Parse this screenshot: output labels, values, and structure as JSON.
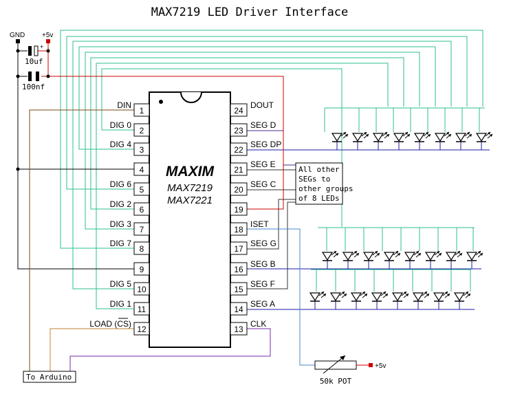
{
  "title": "MAX7219 LED Driver Interface",
  "power": {
    "gnd_label": "GND",
    "vcc_label": "+5v",
    "cap1_label": "10uf",
    "cap1_polarity": "+",
    "cap2_label": "100nf"
  },
  "chip": {
    "logo": "MAXIM",
    "part1": "MAX7219",
    "part2": "MAX7221"
  },
  "left_pins": [
    {
      "num": "1",
      "label": "DIN"
    },
    {
      "num": "2",
      "label": "DIG 0"
    },
    {
      "num": "3",
      "label": "DIG 4"
    },
    {
      "num": "4",
      "label": ""
    },
    {
      "num": "5",
      "label": "DIG 6"
    },
    {
      "num": "6",
      "label": "DIG 2"
    },
    {
      "num": "7",
      "label": "DIG 3"
    },
    {
      "num": "8",
      "label": "DIG 7"
    },
    {
      "num": "9",
      "label": ""
    },
    {
      "num": "10",
      "label": "DIG 5"
    },
    {
      "num": "11",
      "label": "DIG 1"
    },
    {
      "num": "12",
      "label": "LOAD (CS)"
    }
  ],
  "right_pins": [
    {
      "num": "24",
      "label": "DOUT"
    },
    {
      "num": "23",
      "label": "SEG D"
    },
    {
      "num": "22",
      "label": "SEG DP"
    },
    {
      "num": "21",
      "label": "SEG E"
    },
    {
      "num": "20",
      "label": "SEG C"
    },
    {
      "num": "19",
      "label": ""
    },
    {
      "num": "18",
      "label": "ISET"
    },
    {
      "num": "17",
      "label": "SEG G"
    },
    {
      "num": "16",
      "label": "SEG B"
    },
    {
      "num": "15",
      "label": "SEG F"
    },
    {
      "num": "14",
      "label": "SEG A"
    },
    {
      "num": "13",
      "label": "CLK"
    }
  ],
  "note": {
    "line1": "All other",
    "line2": "SEGs to",
    "line3": "other groups",
    "line4": "of 8 LEDs"
  },
  "arduino_label": "To Arduino",
  "pot": {
    "label": "50k POT",
    "vcc_label": "+5v"
  },
  "colors": {
    "chip_outline": "#000000",
    "ground_wire": "#000000",
    "vcc_wire": "#cc0000",
    "digit_wire": "#2bbf8c",
    "segment_wire": "#1a1aa8",
    "din_wire": "#7a4a1a",
    "load_wire": "#c08030",
    "clk_wire": "#7a2aa8",
    "iset_wire": "#4488cc",
    "seg_d_wire": "#4a2a88",
    "note_wire": "#333333"
  }
}
